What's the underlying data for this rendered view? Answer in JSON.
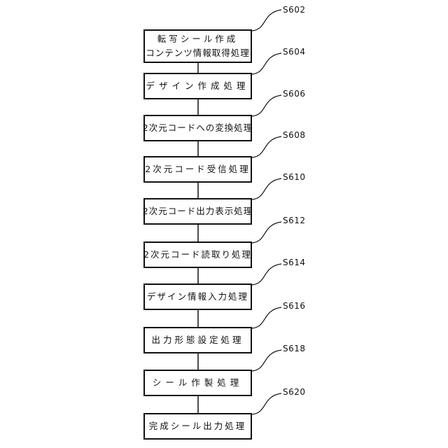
{
  "steps": [
    {
      "code": "S602",
      "lines": [
        "転写シール作成",
        "コンテンツ情報取得処理"
      ]
    },
    {
      "code": "S604",
      "lines": [
        "デザイン作成処理"
      ]
    },
    {
      "code": "S606",
      "lines": [
        "2次元コードへの変換処理"
      ]
    },
    {
      "code": "S608",
      "lines": [
        "2次元コード受信処理"
      ]
    },
    {
      "code": "S610",
      "lines": [
        "2次元コード出力表示処理"
      ]
    },
    {
      "code": "S612",
      "lines": [
        "2次元コード読取り処理"
      ]
    },
    {
      "code": "S614",
      "lines": [
        "デザイン情報入力処理"
      ]
    },
    {
      "code": "S616",
      "lines": [
        "出力形態設定処理"
      ]
    },
    {
      "code": "S618",
      "lines": [
        "シール作製処理"
      ]
    },
    {
      "code": "S620",
      "lines": [
        "完成シール出力処理"
      ]
    }
  ]
}
